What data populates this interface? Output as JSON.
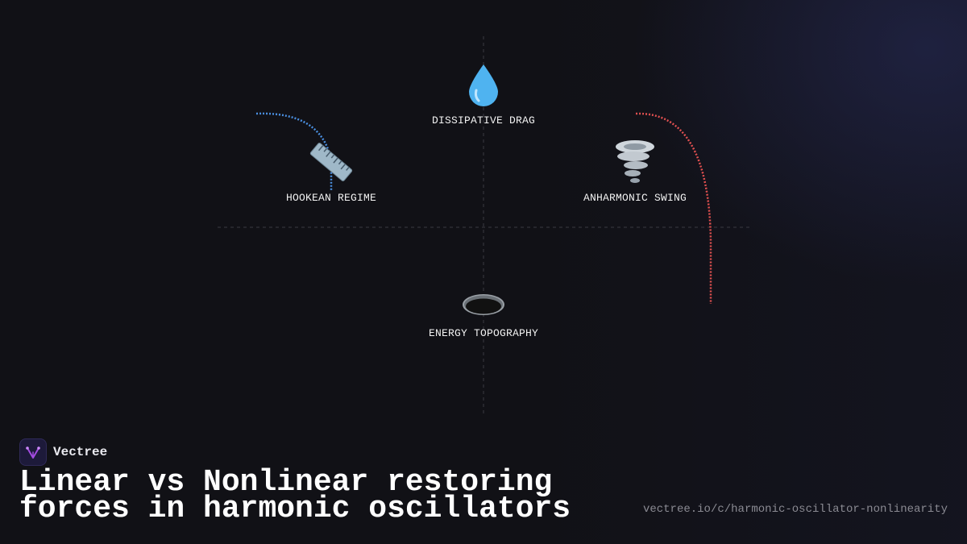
{
  "diagram": {
    "nodes": [
      {
        "id": "dissipative",
        "label": "DISSIPATIVE DRAG",
        "icon": "droplet-icon"
      },
      {
        "id": "hookean",
        "label": "HOOKEAN REGIME",
        "icon": "ruler-icon"
      },
      {
        "id": "anharmonic",
        "label": "ANHARMONIC SWING",
        "icon": "tornado-icon"
      },
      {
        "id": "energy",
        "label": "ENERGY TOPOGRAPHY",
        "icon": "hole-icon"
      }
    ],
    "colors": {
      "linear_curve": "#4a8fe0",
      "nonlinear_curve": "#e05050",
      "axis": "#3a3a42"
    }
  },
  "footer": {
    "brand_name": "Vectree",
    "brand_icon": "vectree-logo-icon",
    "title_line1": "Linear vs Nonlinear restoring",
    "title_line2": "forces in harmonic oscillators",
    "url": "vectree.io/c/harmonic-oscillator-nonlinearity"
  }
}
